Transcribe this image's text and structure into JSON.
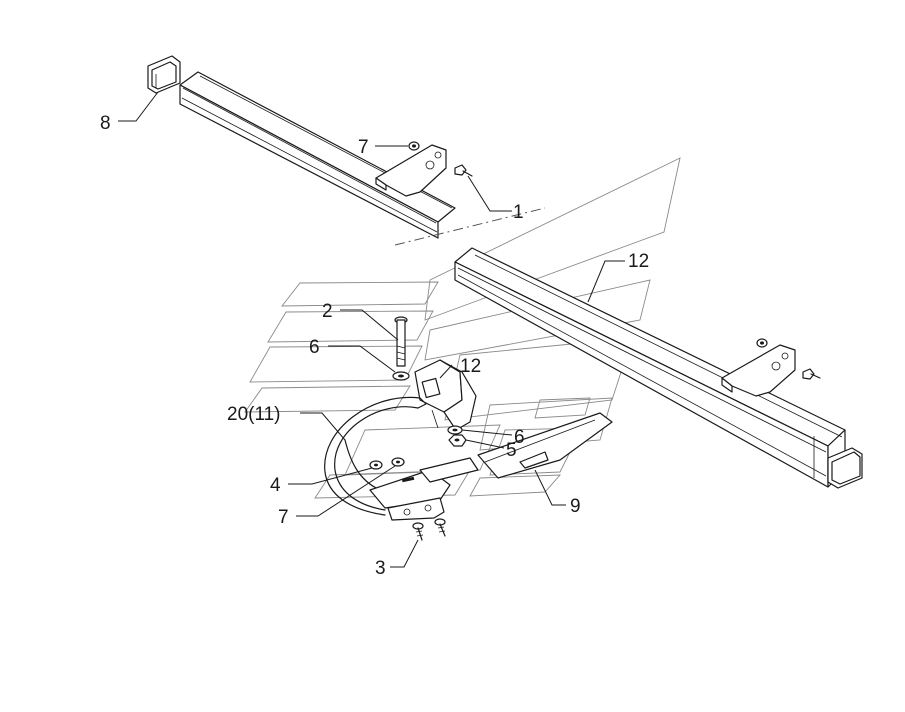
{
  "labels": {
    "l1": "1",
    "l2": "2",
    "l3": "3",
    "l4": "4",
    "l5": "5",
    "l6a": "6",
    "l6b": "6",
    "l7a": "7",
    "l7b": "7",
    "l8": "8",
    "l9": "9",
    "l12a": "12",
    "l12b": "12",
    "l20": "20(11)"
  }
}
